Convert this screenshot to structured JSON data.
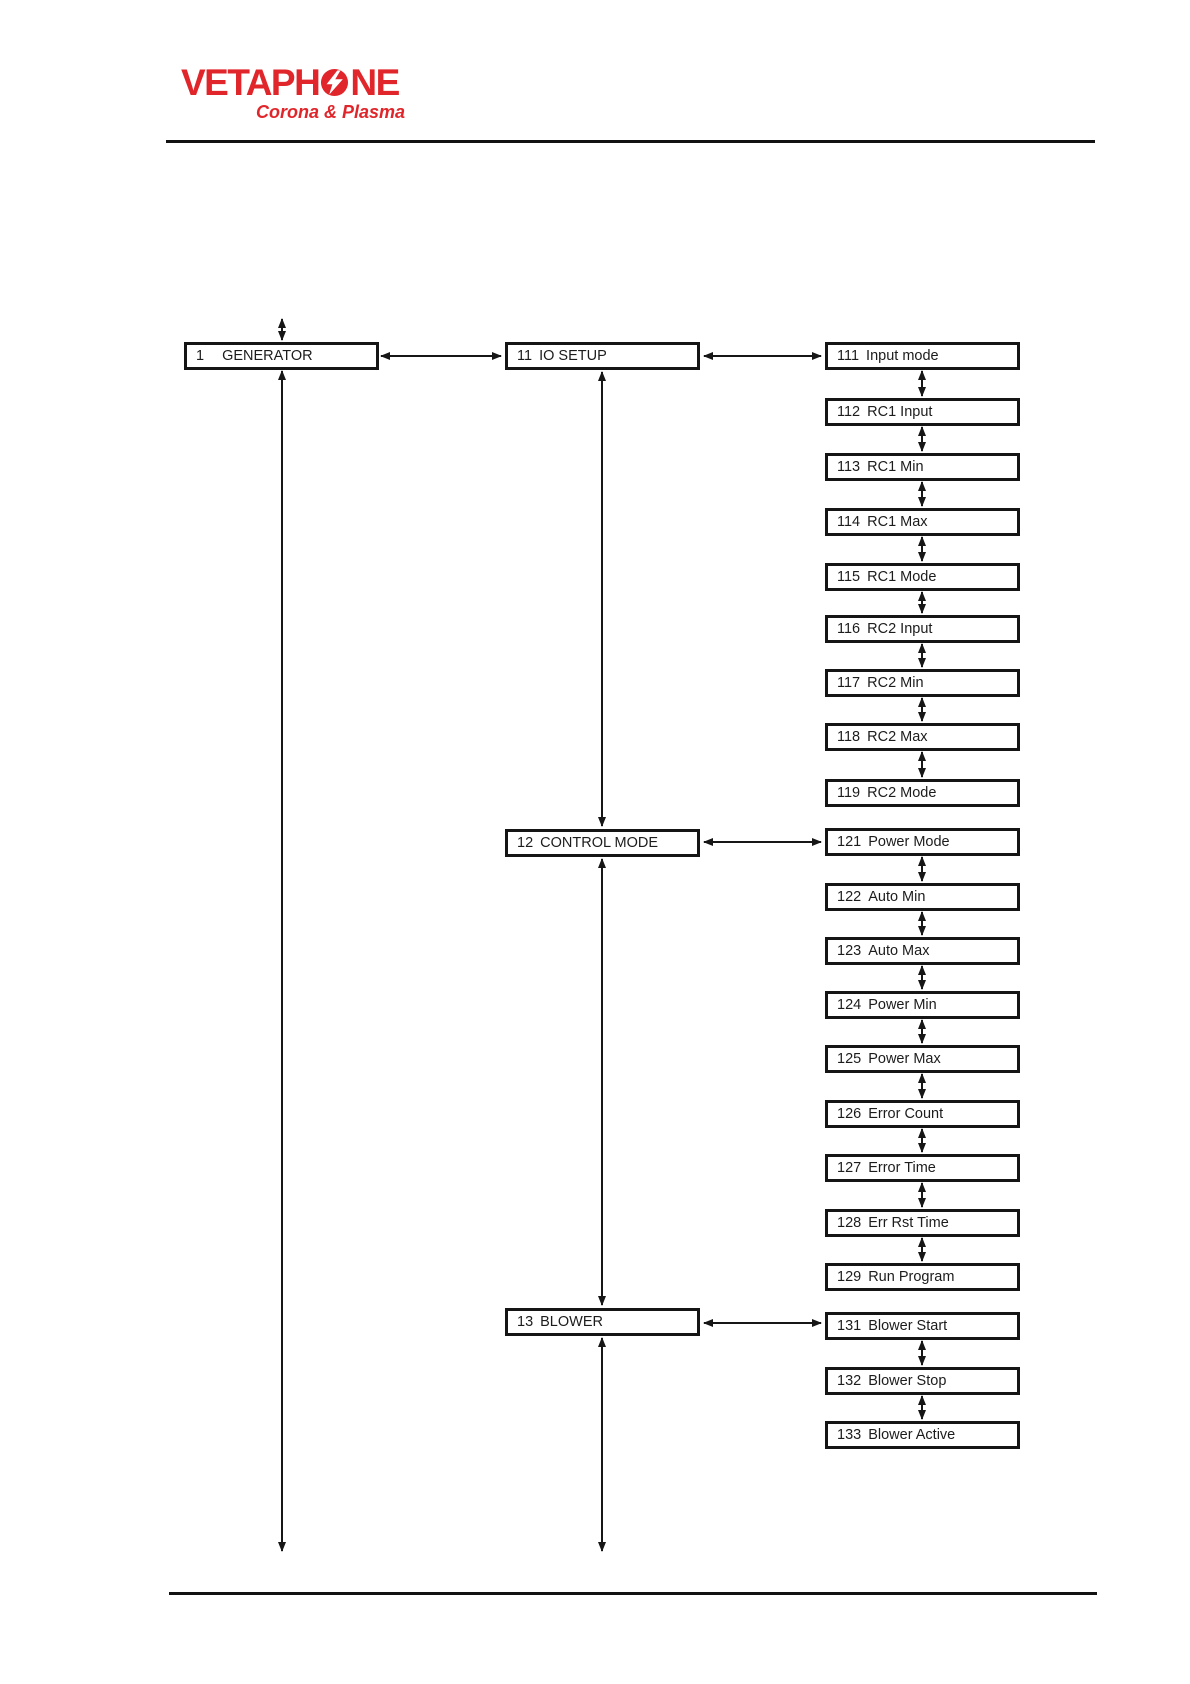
{
  "logo": {
    "brand_prefix": "VETAPH",
    "brand_suffix": "NE",
    "tagline": "Corona & Plasma",
    "brand_color": "#e0262b"
  },
  "diagram": {
    "root": {
      "num": "1",
      "label": "GENERATOR"
    },
    "groups": [
      {
        "parent": {
          "num": "11",
          "label": "IO SETUP"
        },
        "children": [
          {
            "num": "111",
            "label": "Input mode"
          },
          {
            "num": "112",
            "label": "RC1 Input"
          },
          {
            "num": "113",
            "label": "RC1 Min"
          },
          {
            "num": "114",
            "label": "RC1 Max"
          },
          {
            "num": "115",
            "label": "RC1 Mode"
          },
          {
            "num": "116",
            "label": "RC2 Input"
          },
          {
            "num": "117",
            "label": "RC2 Min"
          },
          {
            "num": "118",
            "label": "RC2 Max"
          },
          {
            "num": "119",
            "label": "RC2 Mode"
          }
        ]
      },
      {
        "parent": {
          "num": "12",
          "label": "CONTROL MODE"
        },
        "children": [
          {
            "num": "121",
            "label": "Power Mode"
          },
          {
            "num": "122",
            "label": "Auto Min"
          },
          {
            "num": "123",
            "label": "Auto Max"
          },
          {
            "num": "124",
            "label": "Power Min"
          },
          {
            "num": "125",
            "label": "Power Max"
          },
          {
            "num": "126",
            "label": "Error Count"
          },
          {
            "num": "127",
            "label": "Error Time"
          },
          {
            "num": "128",
            "label": "Err Rst Time"
          },
          {
            "num": "129",
            "label": "Run Program"
          }
        ]
      },
      {
        "parent": {
          "num": "13",
          "label": "BLOWER"
        },
        "children": [
          {
            "num": "131",
            "label": "Blower Start"
          },
          {
            "num": "132",
            "label": "Blower Stop"
          },
          {
            "num": "133",
            "label": "Blower Active"
          }
        ]
      }
    ]
  }
}
